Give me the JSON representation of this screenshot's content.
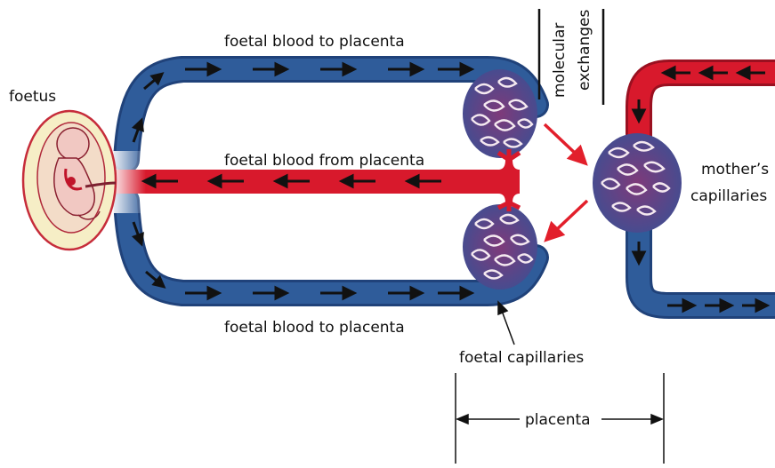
{
  "labels": {
    "foetus": "foetus",
    "to_placenta_top": "foetal blood to placenta",
    "from_placenta": "foetal blood from placenta",
    "to_placenta_bottom": "foetal blood to placenta",
    "molecular_1": "molecular",
    "molecular_2": "exchanges",
    "mothers_1": "mother’s",
    "mothers_2": "capillaries",
    "foetal_capillaries": "foetal capillaries",
    "placenta": "placenta"
  },
  "colors": {
    "oxygenated": "#d8192c",
    "deoxygenated": "#2f5c9a",
    "vessel_dark": "#20427a",
    "capillary": "#6e3a7c",
    "exchange_arrow": "#e21f2b",
    "flow_arrow": "#111111",
    "womb": "#f6eec6",
    "womb_edge": "#c62c3a",
    "foetus_skin": "#f1c8c2"
  }
}
